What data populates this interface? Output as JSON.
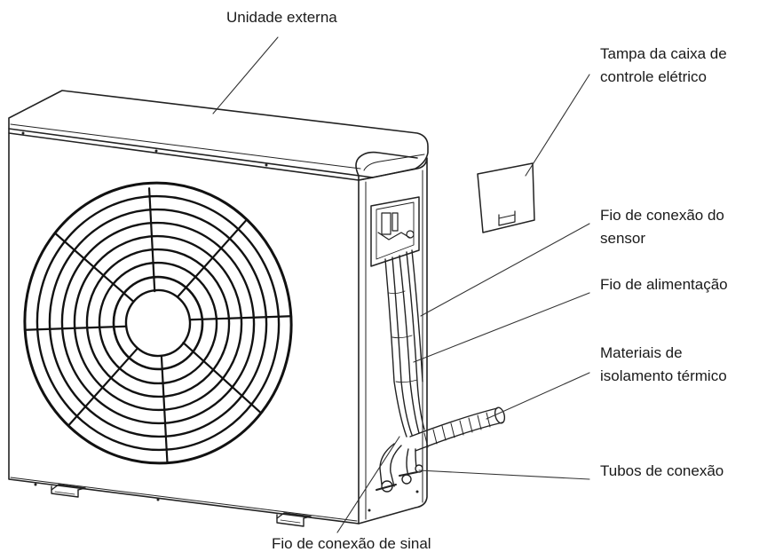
{
  "labels": {
    "outdoor_unit": "Unidade externa",
    "control_cover_line1": "Tampa da caixa de",
    "control_cover_line2": "controle elétrico",
    "sensor_wire_line1": "Fio de conexão do",
    "sensor_wire_line2": "sensor",
    "power_wire": "Fio de alimentação",
    "insulation_line1": "Materiais de",
    "insulation_line2": "isolamento térmico",
    "connection_pipes": "Tubos de conexão",
    "signal_wire": "Fio de conexão de sinal"
  }
}
